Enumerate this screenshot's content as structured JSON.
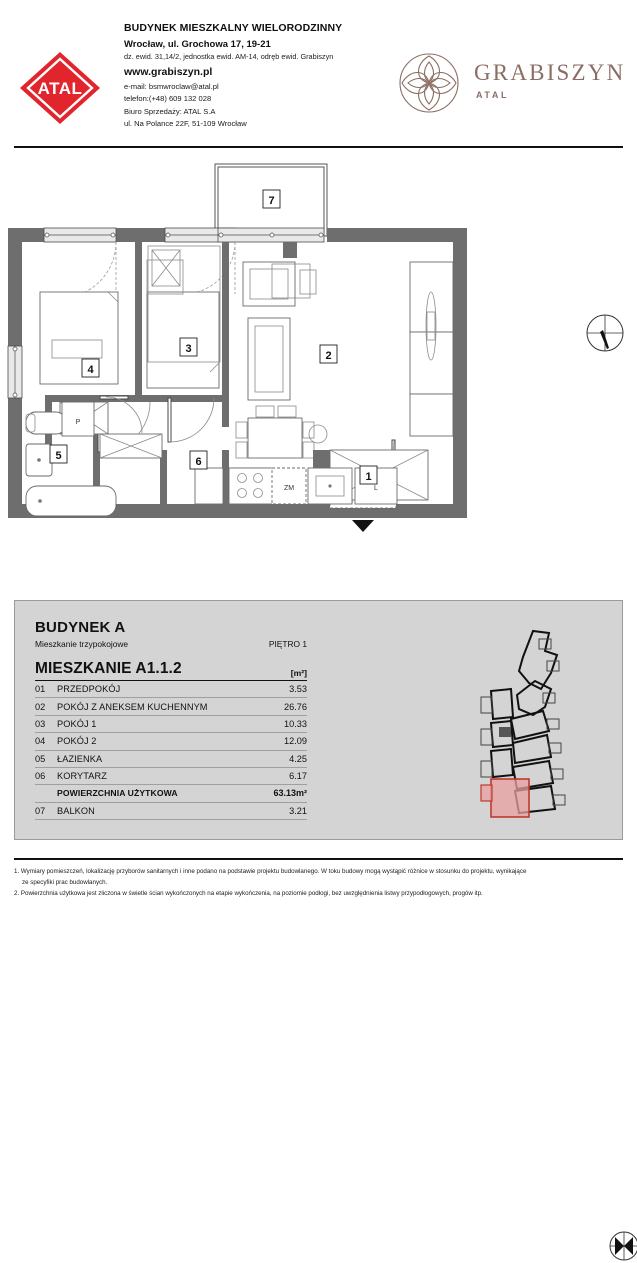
{
  "header": {
    "brand_logo_text": "ATAL",
    "brand_logo_color": "#e2242c",
    "title": "BUDYNEK MIESZKALNY WIELORODZINNY",
    "address": "Wrocław, ul. Grochowa 17, 19-21",
    "parcel": "dz. ewid. 31,14/2, jednostka ewid. AM-14, odręb ewid. Grabiszyn",
    "website": "www.grabiszyn.pl",
    "email": "e-mail: bsmwroclaw@atal.pl",
    "phone": "telefon:(+48) 609 132 028",
    "office": "Biuro Sprzedaży: ATAL S.A",
    "office_address": "ul. Na Polance 22F, 51-109 Wrocław",
    "estate_logo_word": "GRABISZYN",
    "estate_logo_sub": "ATAL",
    "estate_logo_color": "#8a6e63"
  },
  "plan": {
    "compass_name": "compass-rose",
    "entrance_marker": "entrance-arrow",
    "room_markers": [
      {
        "id": "1",
        "room": "PRZEDPOKÓJ"
      },
      {
        "id": "2",
        "room": "POKÓJ Z ANEKSEM KUCHENNYM"
      },
      {
        "id": "3",
        "room": "POKÓJ 1"
      },
      {
        "id": "4",
        "room": "POKÓJ 2"
      },
      {
        "id": "5",
        "room": "ŁAZIENKA"
      },
      {
        "id": "6",
        "room": "KORYTARZ"
      },
      {
        "id": "7",
        "room": "BALKON"
      }
    ],
    "appliance_labels": [
      {
        "code": "P",
        "meaning": "pralka"
      },
      {
        "code": "ZM",
        "meaning": "zmywarka"
      },
      {
        "code": "L",
        "meaning": "lodówka"
      }
    ],
    "wall_color": "#6e6e6e"
  },
  "panel": {
    "building_label": "BUDYNEK A",
    "apartment_type": "Mieszkanie trzypokojowe",
    "floor": "PIĘTRO 1",
    "apartment_label": "MIESZKANIE A1.1.2",
    "unit_header": "[m²]",
    "rooms": [
      {
        "num": "01",
        "name": "PRZEDPOKÓJ",
        "area": "3.53"
      },
      {
        "num": "02",
        "name": "POKÓJ Z ANEKSEM KUCHENNYM",
        "area": "26.76"
      },
      {
        "num": "03",
        "name": "POKÓJ 1",
        "area": "10.33"
      },
      {
        "num": "04",
        "name": "POKÓJ 2",
        "area": "12.09"
      },
      {
        "num": "05",
        "name": "ŁAZIENKA",
        "area": "4.25"
      },
      {
        "num": "06",
        "name": "KORYTARZ",
        "area": "6.17"
      }
    ],
    "total_label": "POWIERZCHNIA UŻYTKOWA",
    "total_area": "63.13m²",
    "balcony": {
      "num": "07",
      "name": "BALKON",
      "area": "3.21"
    },
    "keyplan_highlight_color": "#e05a5a"
  },
  "footer": {
    "note1": "1. Wymiary pomieszczeń, lokalizację przyborów sanitarnych i inne podano na podstawie projektu budowlanego. W toku budowy mogą wystąpić różnice w stosunku do projektu, wynikające",
    "note1b": "ze specyfiki prac budowlanych.",
    "note2": "2. Powierzchnia użytkowa jest zliczona w świetle ścian wykończonych na etapie wykończenia, na poziomie podłogi, bez uwzględnienia listwy przypodłogowych, progów itp."
  }
}
